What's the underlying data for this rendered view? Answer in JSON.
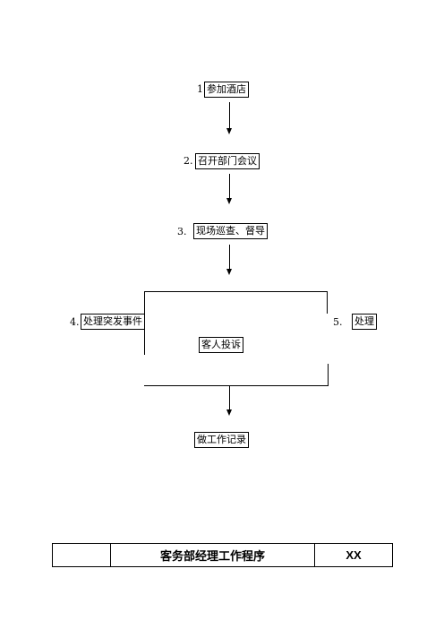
{
  "flow": {
    "step1": {
      "number": "1",
      "label": "参加酒店"
    },
    "step2": {
      "number": "2.",
      "label": "召开部门会议"
    },
    "step3": {
      "number": "3.",
      "label": "现场巡查、督导"
    },
    "step4": {
      "number": "4.",
      "label": "处理突发事件"
    },
    "step5": {
      "number": "5.",
      "label": "处理"
    },
    "center_label": "客人投诉",
    "final": {
      "label": "做工作记录"
    }
  },
  "footer": {
    "left": "",
    "title": "客务部经理工作程序",
    "code": "XX"
  }
}
